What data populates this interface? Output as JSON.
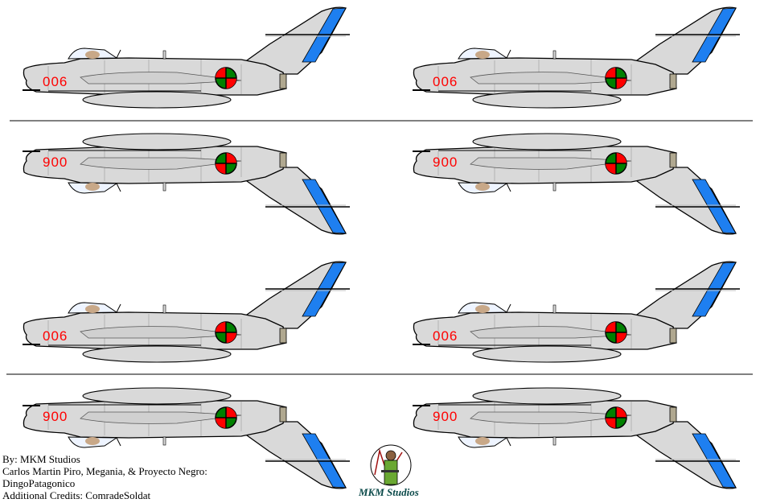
{
  "sheet": {
    "rows": [
      {
        "view": "left-side",
        "cells": [
          {
            "number": "006"
          },
          {
            "number": "006"
          }
        ]
      },
      {
        "view": "left-side-flipped",
        "cells": [
          {
            "number": "900"
          },
          {
            "number": "900"
          }
        ]
      },
      {
        "view": "left-side",
        "cells": [
          {
            "number": "006"
          },
          {
            "number": "006"
          }
        ]
      },
      {
        "view": "left-side-flipped",
        "cells": [
          {
            "number": "900"
          },
          {
            "number": "900"
          }
        ]
      }
    ]
  },
  "colors": {
    "fuselage": "#d9d9d9",
    "fin_stripe": "#1e7ff0",
    "number": "#ff0000",
    "roundel_red": "#ff0000",
    "roundel_green": "#008000"
  },
  "credits": {
    "line1": "By:  MKM Studios",
    "line2": "Carlos Martin Piro, Megania, & Proyecto Negro:",
    "line3": "DingoPatagonico",
    "line4": "Additional Credits:  ComradeSoldat"
  },
  "logo": {
    "text": "MKM Studios"
  }
}
